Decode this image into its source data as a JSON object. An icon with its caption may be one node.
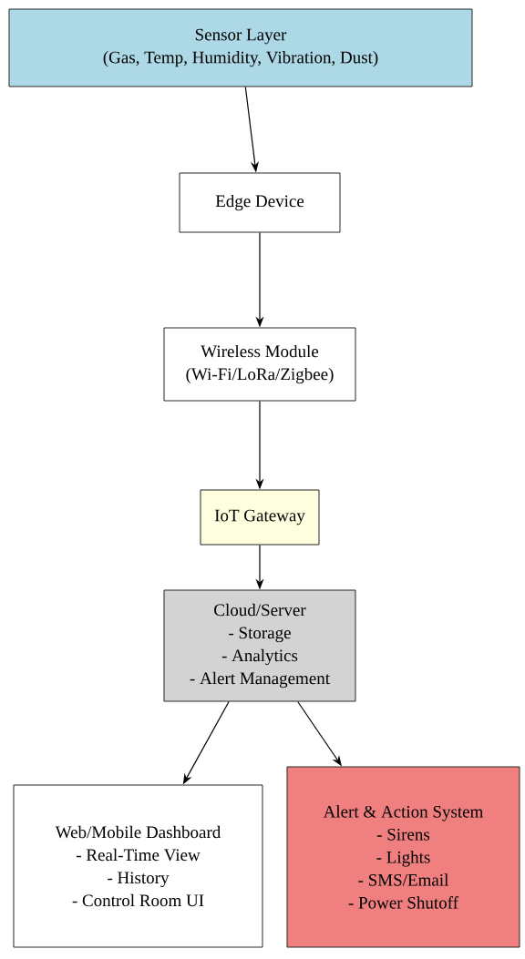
{
  "diagram": {
    "nodes": [
      {
        "text": [
          "Sensor Layer",
          "(Gas, Temp, Humidity, Vibration, Dust)"
        ]
      },
      {
        "text": [
          "Edge Device"
        ]
      },
      {
        "text": [
          "Wireless Module",
          "(Wi-Fi/LoRa/Zigbee)"
        ]
      },
      {
        "text": [
          "IoT Gateway"
        ]
      },
      {
        "text": [
          "Cloud/Server",
          "- Storage",
          "- Analytics",
          "- Alert Management"
        ]
      },
      {
        "text": [
          "Web/Mobile Dashboard",
          "- Real-Time View",
          "- History",
          "- Control Room UI"
        ]
      },
      {
        "text": [
          "Alert & Action System",
          "- Sirens",
          "- Lights",
          "- SMS/Email",
          "- Power Shutoff"
        ]
      }
    ],
    "edges": [
      {
        "from": 0,
        "to": 1,
        "arrow": "to"
      },
      {
        "from": 1,
        "to": 2,
        "arrow": "to"
      },
      {
        "from": 2,
        "to": 3,
        "arrow": "to"
      },
      {
        "from": 3,
        "to": 4,
        "arrow": "to"
      },
      {
        "from": 4,
        "to": 5,
        "arrow": "to"
      },
      {
        "from": 4,
        "to": 6,
        "arrow": "to"
      }
    ]
  }
}
